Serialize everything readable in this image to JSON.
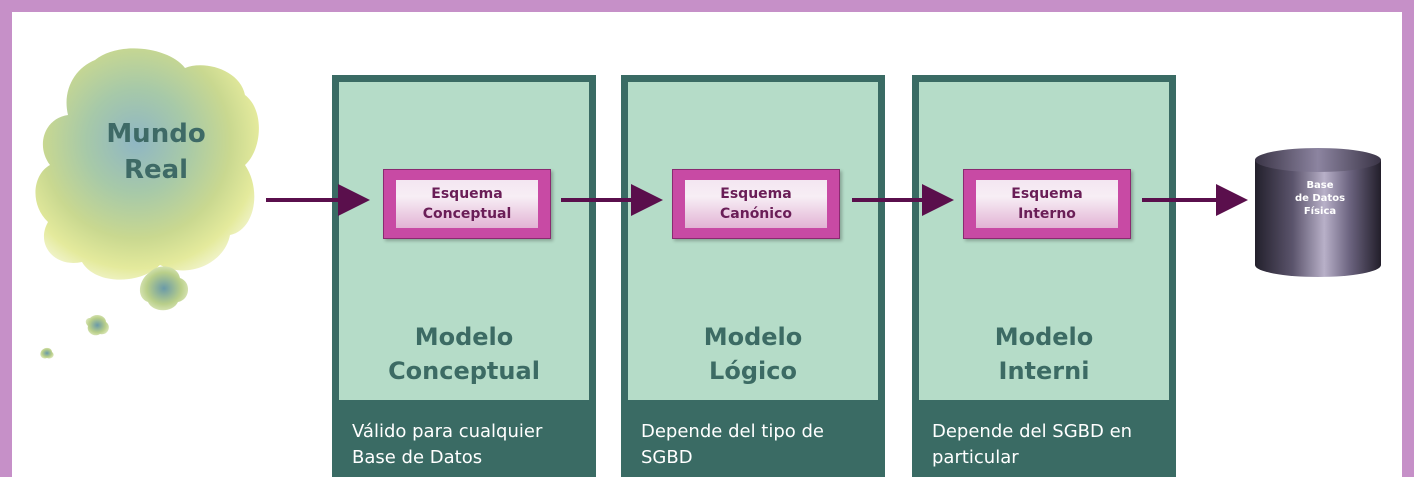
{
  "cloud": {
    "label": "Mundo\nReal"
  },
  "columns": [
    {
      "schema": "Esquema\nConceptual",
      "model": "Modelo\nConceptual",
      "description": "Válido para cualquier\nBase de Datos"
    },
    {
      "schema": "Esquema\nCanónico",
      "model": "Modelo\nLógico",
      "description": "Depende del tipo de\nSGBD"
    },
    {
      "schema": "Esquema\nInterno",
      "model": "Modelo\nInterni",
      "description": "Depende del SGBD en\nparticular"
    }
  ],
  "database": {
    "label": "Base\nde Datos\nFísica"
  },
  "colors": {
    "frame": "#c690c8",
    "column_dark": "#3a6b64",
    "column_light": "#b5dcc8",
    "schema_border": "#c84aa4",
    "arrow": "#5a0f4c"
  }
}
